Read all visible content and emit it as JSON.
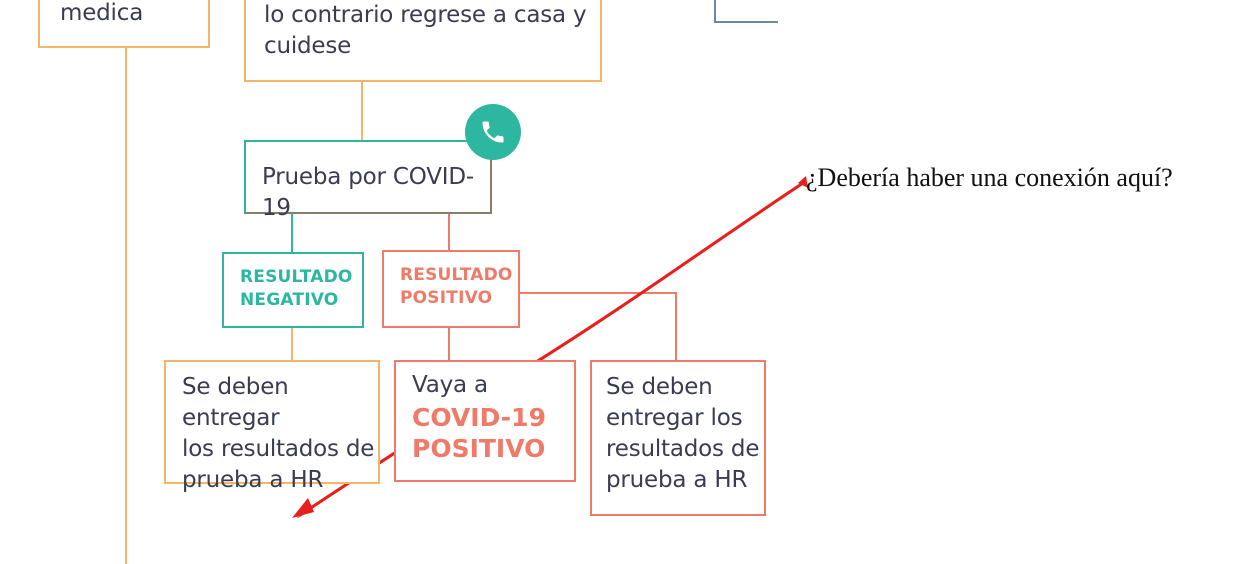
{
  "boxes": {
    "medica": "medica",
    "contrario_line1": "lo contrario regrese a casa y",
    "contrario_line2": "cuidese",
    "prueba": "Prueba por COVID-19",
    "negativo_line1": "RESULTADO",
    "negativo_line2": "NEGATIVO",
    "positivo_line1": "RESULTADO",
    "positivo_line2": "POSITIVO",
    "entregar_left": [
      "Se deben entregar",
      "los resultados de",
      "prueba a HR"
    ],
    "vaya_line1": "Vaya a",
    "vaya_emph1": "COVID-19",
    "vaya_emph2": "POSITIVO",
    "entregar_right": [
      "Se deben",
      "entregar los",
      "resultados de",
      "prueba a HR"
    ]
  },
  "annotation": {
    "question": "¿Debería haber una conexión aquí?",
    "arrow_color": "#e8201c"
  },
  "icons": {
    "phone": "phone-icon"
  },
  "colors": {
    "orange": "#f4b56a",
    "teal": "#2eb7a0",
    "salmon": "#f07a68",
    "text": "#3a3d52"
  }
}
